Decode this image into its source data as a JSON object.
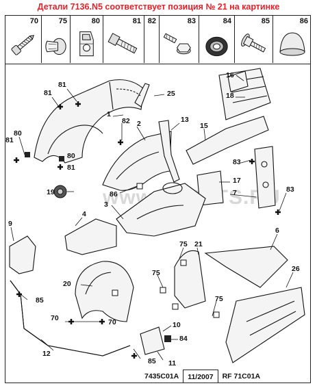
{
  "header": {
    "title": "Детали 7136.N5 соответствует позиция № 21 на картинке",
    "color": "#e8202a"
  },
  "fasteners": [
    {
      "num": "70",
      "icon": "screw-icon"
    },
    {
      "num": "75",
      "icon": "push-clip-icon"
    },
    {
      "num": "80",
      "icon": "clip-nut-icon"
    },
    {
      "num": "81",
      "icon": "bolt-icon"
    },
    {
      "num": "82",
      "icon": "bolt-washer-icon"
    },
    {
      "num": "83",
      "icon": "nut-icon"
    },
    {
      "num": "84",
      "icon": "grommet-icon"
    },
    {
      "num": "85",
      "icon": "flange-screw-icon"
    },
    {
      "num": "86",
      "icon": "cap-icon"
    }
  ],
  "callouts": {
    "c81a": "81",
    "c80a": "80",
    "c81b": "81",
    "c1": "1",
    "c25": "25",
    "c82": "82",
    "c2": "2",
    "c13": "13",
    "c16": "16",
    "c18": "18",
    "c15": "15",
    "c80b": "80",
    "c81c": "81",
    "c81d": "81",
    "c83a": "83",
    "c19": "19",
    "c86": "86",
    "c3": "3",
    "c17": "17",
    "c7": "7",
    "c83b": "83",
    "c4": "4",
    "c9": "9",
    "c75a": "75",
    "c21": "21",
    "c6": "6",
    "c20": "20",
    "c75b": "75",
    "c26": "26",
    "c85a": "85",
    "c75c": "75",
    "c70a": "70",
    "c70b": "70",
    "c10": "10",
    "c84": "84",
    "c12": "12",
    "c85b": "85",
    "c11": "11"
  },
  "watermark": "www.ELCATS.RU",
  "footer": {
    "code": "7435C01A",
    "date": "11/2007",
    "ref": "RF 71C01A"
  }
}
